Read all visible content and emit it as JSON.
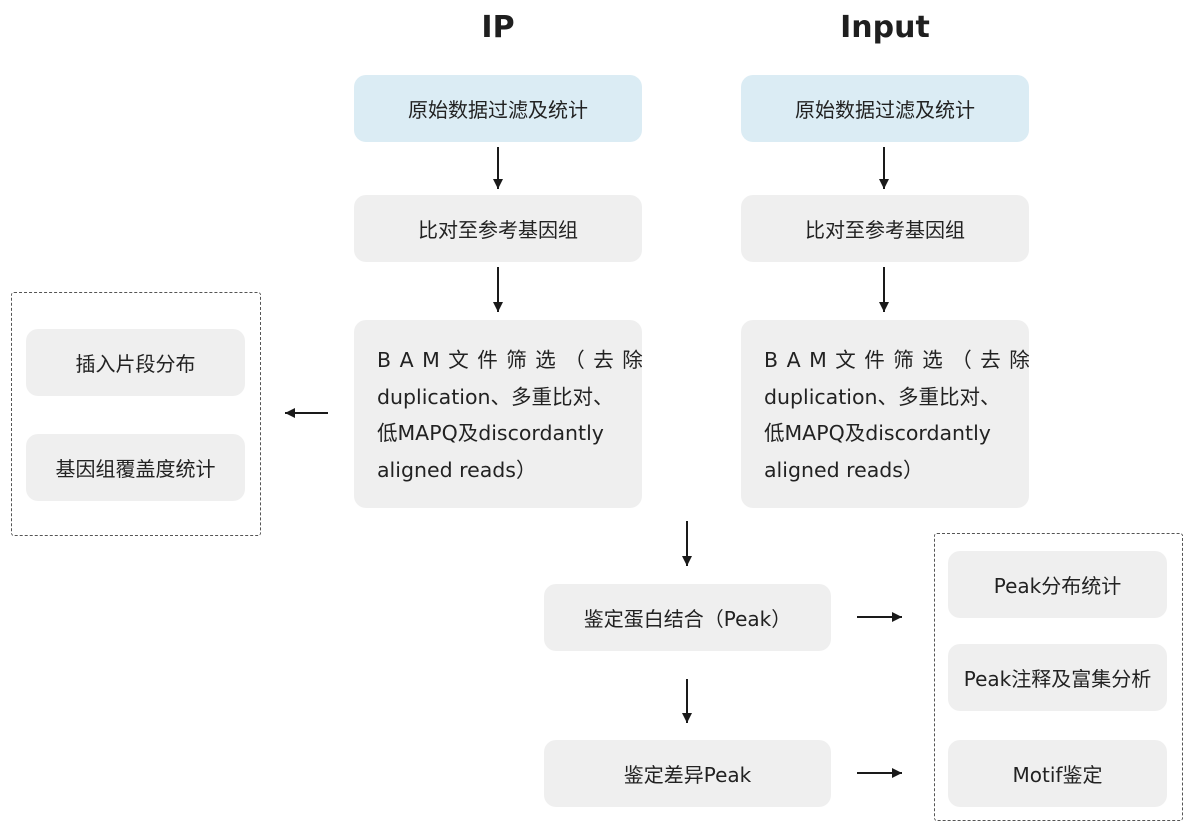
{
  "headers": {
    "ip": "IP",
    "input": "Input"
  },
  "ip_column": {
    "step1": "原始数据过滤及统计",
    "step2": "比对至参考基因组",
    "step3": {
      "line1": "BAM文件筛选（去除",
      "line2": "duplication、多重比对、",
      "line3": "低MAPQ及discordantly",
      "line4": "aligned reads）"
    }
  },
  "input_column": {
    "step1": "原始数据过滤及统计",
    "step2": "比对至参考基因组",
    "step3": {
      "line1": "BAM文件筛选（去除",
      "line2": "duplication、多重比对、",
      "line3": "低MAPQ及discordantly",
      "line4": "aligned reads）"
    }
  },
  "qc_group": {
    "item1": "插入片段分布",
    "item2": "基因组覆盖度统计"
  },
  "peak": {
    "call": "鉴定蛋白结合（Peak）",
    "diff": "鉴定差异Peak"
  },
  "peak_group": {
    "item1": "Peak分布统计",
    "item2": "Peak注释及富集分析",
    "item3": "Motif鉴定"
  },
  "colors": {
    "first_step_fill": "#dbecf4",
    "step_fill": "#efefef",
    "arrow": "#1a1a1a",
    "dashed_border": "#555555"
  }
}
